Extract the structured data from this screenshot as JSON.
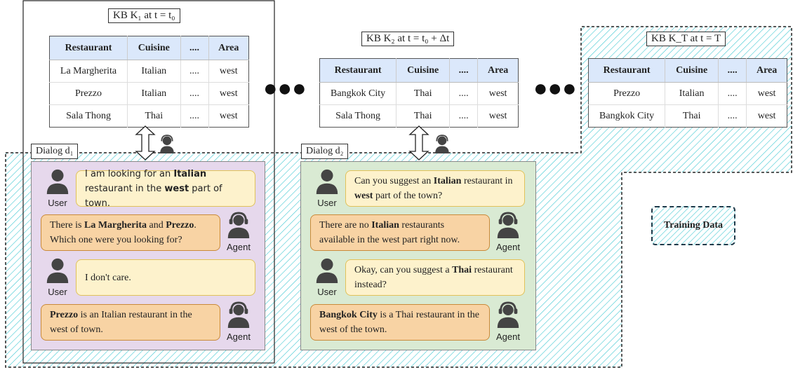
{
  "kb1": {
    "title": "KB K₁ at t = t₀",
    "headers": [
      "Restaurant",
      "Cuisine",
      "....",
      "Area"
    ],
    "rows": [
      [
        "La Margherita",
        "Italian",
        "....",
        "west"
      ],
      [
        "Prezzo",
        "Italian",
        "....",
        "west"
      ],
      [
        "Sala Thong",
        "Thai",
        "....",
        "west"
      ]
    ]
  },
  "kb2": {
    "title": "KB K₂ at t = t₀ + Δt",
    "headers": [
      "Restaurant",
      "Cuisine",
      "....",
      "Area"
    ],
    "rows": [
      [
        "Bangkok City",
        "Thai",
        "....",
        "west"
      ],
      [
        "Sala Thong",
        "Thai",
        "....",
        "west"
      ]
    ]
  },
  "kbT": {
    "title": "KB K_T at t = T",
    "headers": [
      "Restaurant",
      "Cuisine",
      "....",
      "Area"
    ],
    "rows": [
      [
        "Prezzo",
        "Italian",
        "....",
        "west"
      ],
      [
        "Bangkok City",
        "Thai",
        "....",
        "west"
      ]
    ]
  },
  "dialog1": {
    "label": "Dialog d₁",
    "turns": [
      {
        "role": "User",
        "parts": [
          [
            "I am looking for an ",
            false
          ],
          [
            "Italian",
            true
          ],
          [
            " restaurant in the ",
            false
          ],
          [
            "west",
            true
          ],
          [
            " part of town.",
            false
          ]
        ]
      },
      {
        "role": "Agent",
        "parts": [
          [
            "There is ",
            false
          ],
          [
            "La Margherita",
            true
          ],
          [
            " and ",
            false
          ],
          [
            "Prezzo",
            true
          ],
          [
            ". Which one were you looking for?",
            false
          ]
        ]
      },
      {
        "role": "User",
        "parts": [
          [
            "I don't care.",
            false
          ]
        ]
      },
      {
        "role": "Agent",
        "parts": [
          [
            "Prezzo",
            true
          ],
          [
            " is an Italian restaurant in the west of town.",
            false
          ]
        ]
      }
    ]
  },
  "dialog2": {
    "label": "Dialog d₂",
    "turns": [
      {
        "role": "User",
        "parts": [
          [
            "Can you suggest an ",
            false
          ],
          [
            "Italian",
            true
          ],
          [
            " restaurant in ",
            false
          ],
          [
            "west",
            true
          ],
          [
            " part of the town?",
            false
          ]
        ]
      },
      {
        "role": "Agent",
        "parts": [
          [
            "There are no ",
            false
          ],
          [
            "Italian",
            true
          ],
          [
            " restaurants available in the west part right now.",
            false
          ]
        ]
      },
      {
        "role": "User",
        "parts": [
          [
            "Okay, can you suggest a ",
            false
          ],
          [
            "Thai",
            true
          ],
          [
            " restaurant instead?",
            false
          ]
        ]
      },
      {
        "role": "Agent",
        "parts": [
          [
            "Bangkok City",
            true
          ],
          [
            " is a Thai restaurant in the west of the town.",
            false
          ]
        ]
      }
    ]
  },
  "legend": {
    "label": "Training Data"
  },
  "colors": {
    "dialog1_bg": "#e6d8ec",
    "dialog2_bg": "#d9ead3",
    "hatch": "#40c8d2",
    "header_bg": "#dbe8fb"
  }
}
